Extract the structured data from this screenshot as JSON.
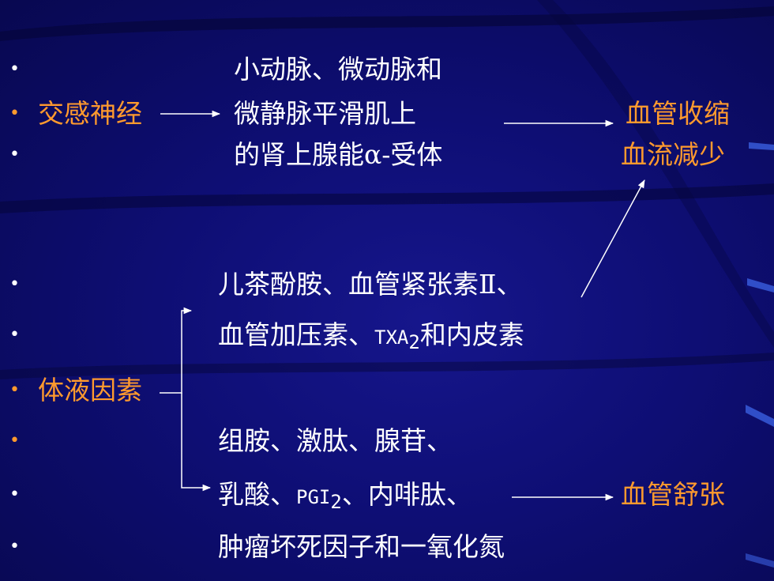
{
  "colors": {
    "background": "#0e0e74",
    "text": "#ffffff",
    "accent": "#ff9a2e"
  },
  "slide": {
    "sympathetic": {
      "source": "交感神经",
      "target_lines": [
        "小动脉、微动脉和",
        "微静脉平滑肌上",
        "的肾上腺能α-受体"
      ],
      "effect_lines": [
        "血管收缩",
        "血流减少"
      ]
    },
    "humoral": {
      "source": "体液因素",
      "constrictors": {
        "line1": "儿茶酚胺、血管紧张素Ⅱ、",
        "line2_prefix": "血管加压素、",
        "line2_abbr": "TXA",
        "line2_sub": "2",
        "line2_suffix": "和内皮素"
      },
      "dilators": {
        "line1": "组胺、激肽、腺苷、",
        "line2_prefix": "乳酸、",
        "line2_abbr": "PGI",
        "line2_sub": "2",
        "line2_suffix": "、内啡肽、",
        "line3": "肿瘤坏死因子和一氧化氮"
      },
      "dilator_effect": "血管舒张"
    },
    "bullet_char": "•"
  }
}
